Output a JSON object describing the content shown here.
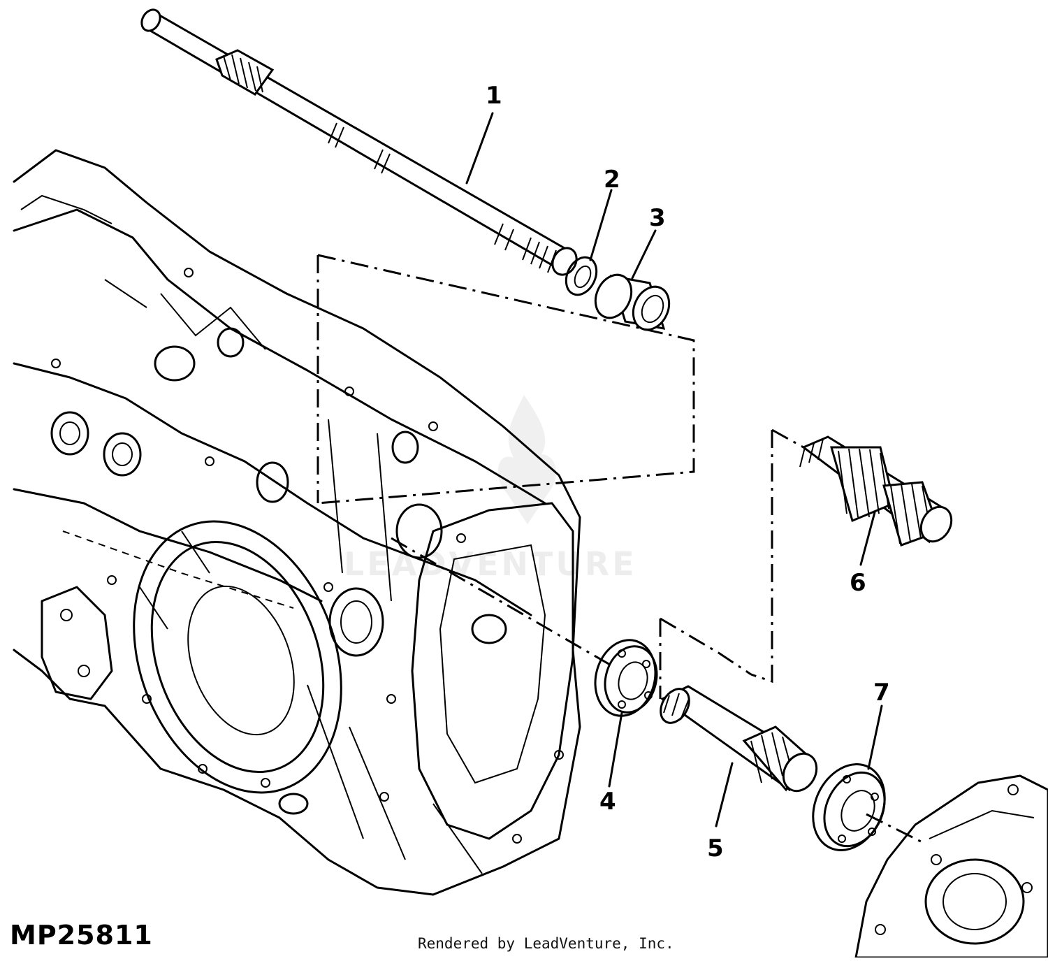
{
  "diagram": {
    "id_label": "MP25811",
    "footer_text": "Rendered by LeadVenture, Inc.",
    "watermark_text": "LEADVENTURE",
    "callouts": [
      "1",
      "2",
      "3",
      "4",
      "5",
      "6",
      "7"
    ]
  }
}
